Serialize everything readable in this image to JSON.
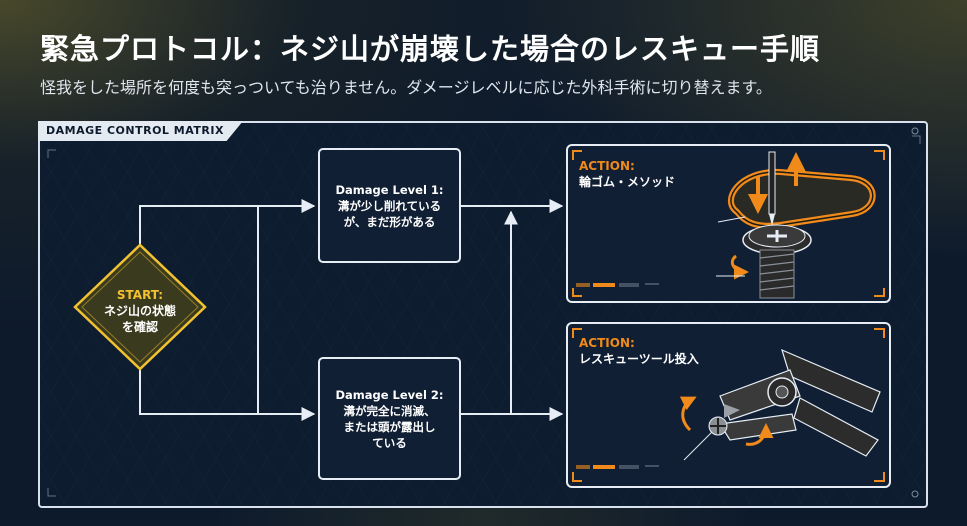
{
  "header": {
    "title": "緊急プロトコル：ネジ山が崩壊した場合のレスキュー手順",
    "subtitle": "怪我をした場所を何度も突っついても治りません。ダメージレベルに応じた外科手術に切り替えます。"
  },
  "panel": {
    "tab_label": "DAMAGE CONTROL MATRIX"
  },
  "start_node": {
    "label": "START:",
    "text_line1": "ネジ山の状態",
    "text_line2": "を確認"
  },
  "damage_level_1": {
    "label": "Damage Level 1:",
    "text_line1": "溝が少し削れている",
    "text_line2": "が、まだ形がある"
  },
  "damage_level_2": {
    "label": "Damage Level 2:",
    "text_line1": "溝が完全に消滅、",
    "text_line2": "または頭が露出し",
    "text_line3": "ている"
  },
  "action_1": {
    "heading": "ACTION:",
    "text": "輪ゴム・メソッド"
  },
  "action_2": {
    "heading": "ACTION:",
    "text": "レスキューツール投入"
  },
  "colors": {
    "background": "#0d1a2c",
    "line": "#e6edf4",
    "accent_yellow": "#f2c230",
    "accent_orange": "#f08a1a"
  },
  "icons": [
    "screw-rubber-band-icon",
    "pliers-icon",
    "rotate-arrow-icon"
  ]
}
